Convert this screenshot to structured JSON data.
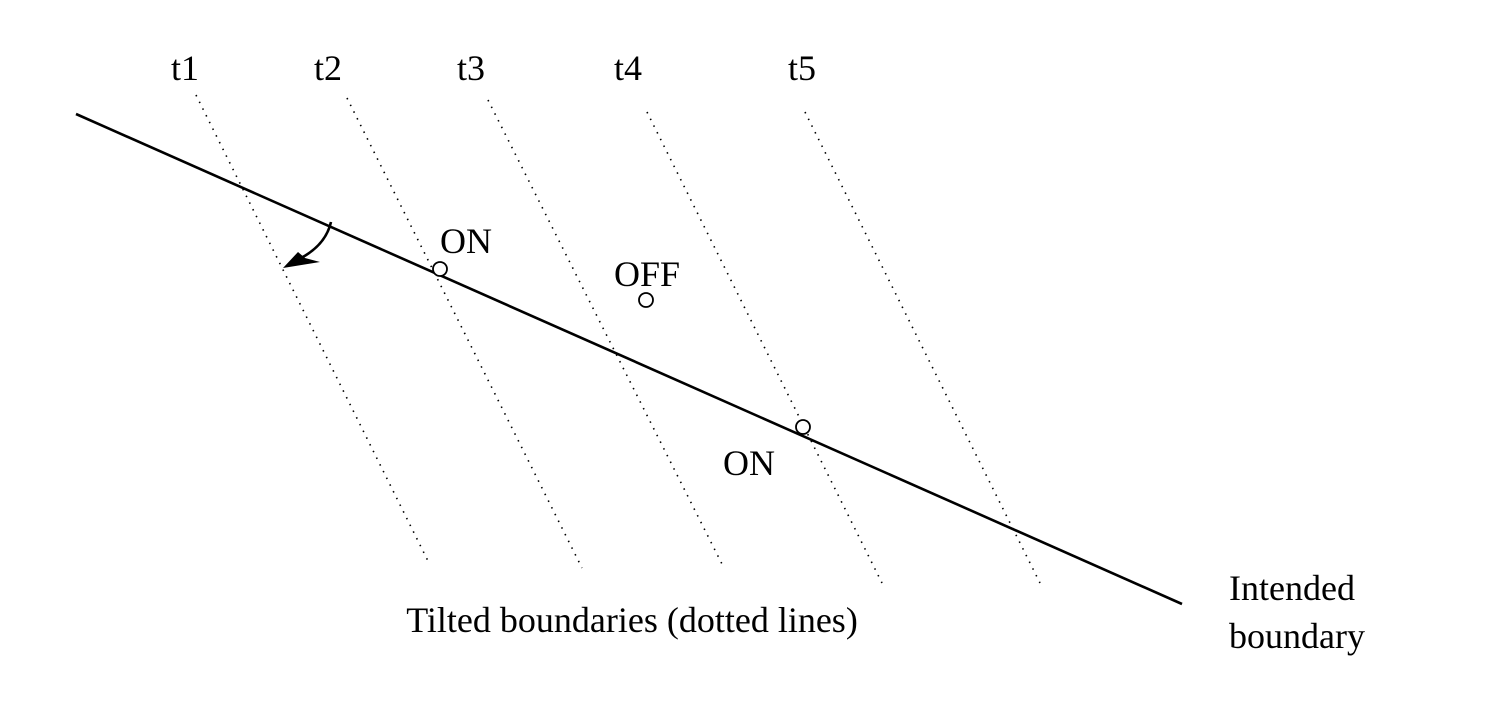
{
  "time_labels": [
    "t1",
    "t2",
    "t3",
    "t4",
    "t5"
  ],
  "points": [
    {
      "label": "ON"
    },
    {
      "label": "OFF"
    },
    {
      "label": "ON"
    }
  ],
  "caption": "Tilted boundaries (dotted lines)",
  "intended_boundary_label": [
    "Intended",
    "boundary"
  ]
}
